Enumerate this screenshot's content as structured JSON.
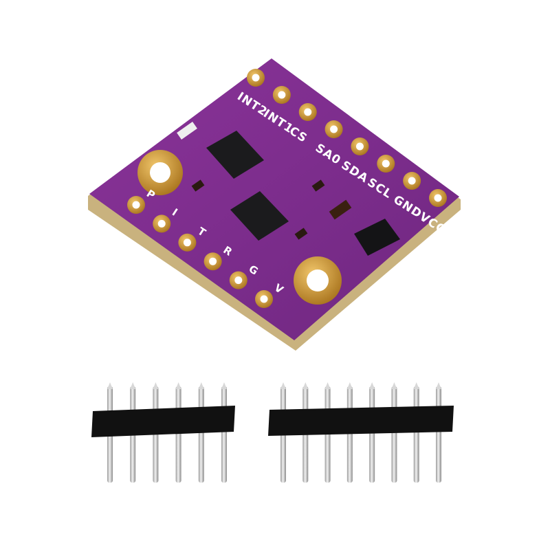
{
  "image": {
    "description_kind": "product-photo",
    "colors": {
      "background": "#ffffff",
      "pcb": "#7e2f8e",
      "pcb_edge": "#c9b27e",
      "copper_pad": "#c8902c",
      "chip": "#1b1b1d",
      "header_plastic": "#111111",
      "header_pin": "#c8c8c8"
    }
  },
  "board": {
    "labels_right": [
      "INT2",
      "INT1",
      "CS",
      "SA0",
      "SDA",
      "SCL",
      "GND",
      "VCC"
    ],
    "labels_left": [
      "P",
      "I",
      "T",
      "R",
      "G",
      "V"
    ]
  },
  "headers": {
    "short_pin_count": 6,
    "long_pin_count": 8
  }
}
